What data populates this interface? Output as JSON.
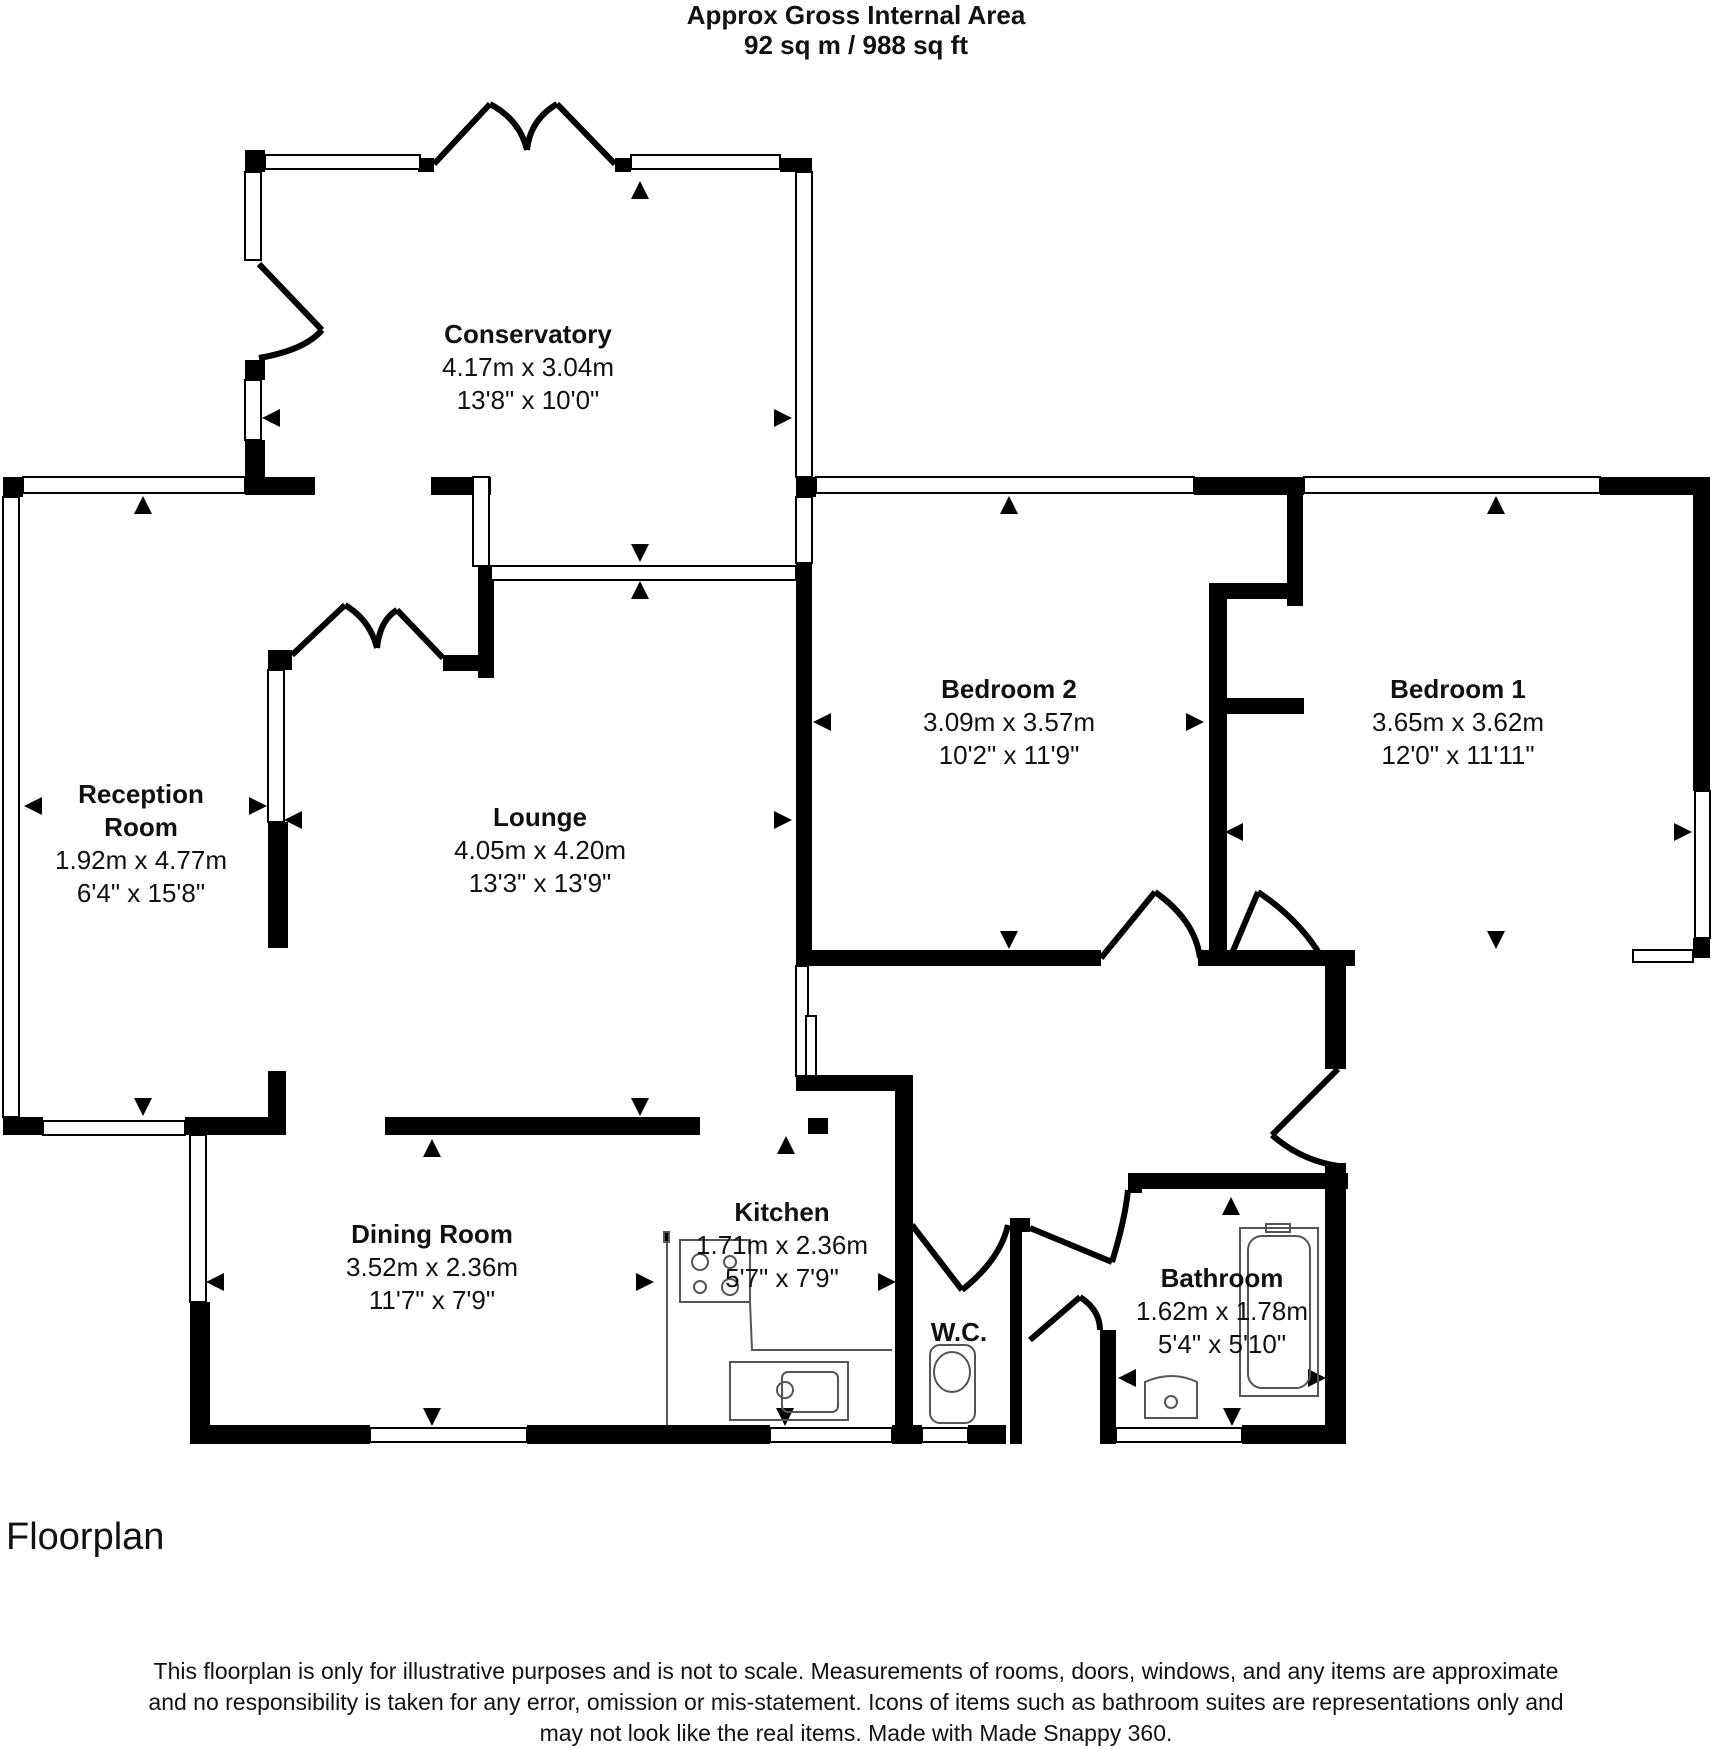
{
  "header": {
    "title": "Approx Gross Internal Area",
    "area": "92 sq m / 988 sq ft"
  },
  "rooms": {
    "conservatory": {
      "name": "Conservatory",
      "metric": "4.17m x 3.04m",
      "imperial": "13'8\" x 10'0\""
    },
    "reception": {
      "name_line1": "Reception",
      "name_line2": "Room",
      "metric": "1.92m x 4.77m",
      "imperial": "6'4\" x 15'8\""
    },
    "lounge": {
      "name": "Lounge",
      "metric": "4.05m x 4.20m",
      "imperial": "13'3\" x 13'9\""
    },
    "bedroom2": {
      "name": "Bedroom 2",
      "metric": "3.09m x 3.57m",
      "imperial": "10'2\" x 11'9\""
    },
    "bedroom1": {
      "name": "Bedroom 1",
      "metric": "3.65m x 3.62m",
      "imperial": "12'0\" x 11'11\""
    },
    "dining": {
      "name": "Dining Room",
      "metric": "3.52m x 2.36m",
      "imperial": "11'7\" x 7'9\""
    },
    "kitchen": {
      "name": "Kitchen",
      "metric": "1.71m x 2.36m",
      "imperial": "5'7\" x 7'9\""
    },
    "wc": {
      "name": "W.C."
    },
    "bathroom": {
      "name": "Bathroom",
      "metric": "1.62m x 1.78m",
      "imperial": "5'4\" x 5'10\""
    }
  },
  "footer": {
    "plan_title": "Floorplan",
    "disclaimer_line1": "This floorplan is only for illustrative purposes and is not to scale. Measurements of rooms, doors, windows, and any items are approximate",
    "disclaimer_line2": "and no responsibility is taken for any error, omission or mis-statement. Icons of items such as bathroom suites are representations only and",
    "disclaimer_line3": "may not look like the real items. Made with Made Snappy 360."
  },
  "colors": {
    "wall": "#000000",
    "window": "#ffffff",
    "text": "#111111"
  }
}
